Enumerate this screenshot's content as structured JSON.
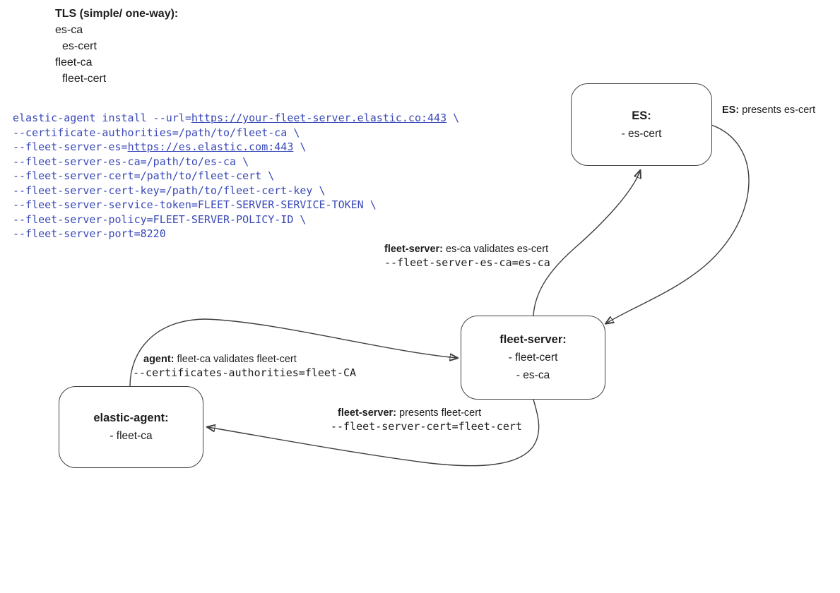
{
  "colors": {
    "background": "#ffffff",
    "text": "#1d1d1d",
    "code_text": "#3a49b8",
    "node_border": "#424242",
    "edge_stroke": "#3f3f3f"
  },
  "legend": {
    "title": "TLS (simple/ one-way):",
    "items": [
      "es-ca",
      "es-cert",
      "fleet-ca",
      "fleet-cert"
    ]
  },
  "code": {
    "lines": [
      "elastic-agent install --url=https://your-fleet-server.elastic.co:443 \\",
      "--certificate-authorities=/path/to/fleet-ca \\",
      "--fleet-server-es=https://es.elastic.com:443 \\",
      "--fleet-server-es-ca=/path/to/es-ca \\",
      "--fleet-server-cert=/path/to/fleet-cert \\",
      "--fleet-server-cert-key=/path/to/fleet-cert-key \\",
      "--fleet-server-service-token=FLEET-SERVER-SERVICE-TOKEN \\",
      "--fleet-server-policy=FLEET-SERVER-POLICY-ID \\",
      "--fleet-server-port=8220"
    ],
    "links": [
      "https://your-fleet-server.elastic.co:443",
      "https://es.elastic.com:443"
    ]
  },
  "nodes": {
    "es": {
      "title": "ES:",
      "items": [
        "- es-cert"
      ]
    },
    "fleet_server": {
      "title": "fleet-server:",
      "items": [
        "- fleet-cert",
        "- es-ca"
      ]
    },
    "elastic_agent": {
      "title": "elastic-agent:",
      "items": [
        "- fleet-ca"
      ]
    }
  },
  "edge_labels": {
    "es_presents": {
      "bold": "ES:",
      "rest": " presents es-cert"
    },
    "fs_validates": {
      "bold": "fleet-server:",
      "rest": " es-ca validates es-cert",
      "code": "--fleet-server-es-ca=es-ca"
    },
    "agent_validates": {
      "bold": "agent:",
      "rest": " fleet-ca validates fleet-cert",
      "code": "--certificates-authorities=fleet-CA"
    },
    "fs_presents": {
      "bold": "fleet-server:",
      "rest": " presents fleet-cert",
      "code": "--fleet-server-cert=fleet-cert"
    }
  }
}
